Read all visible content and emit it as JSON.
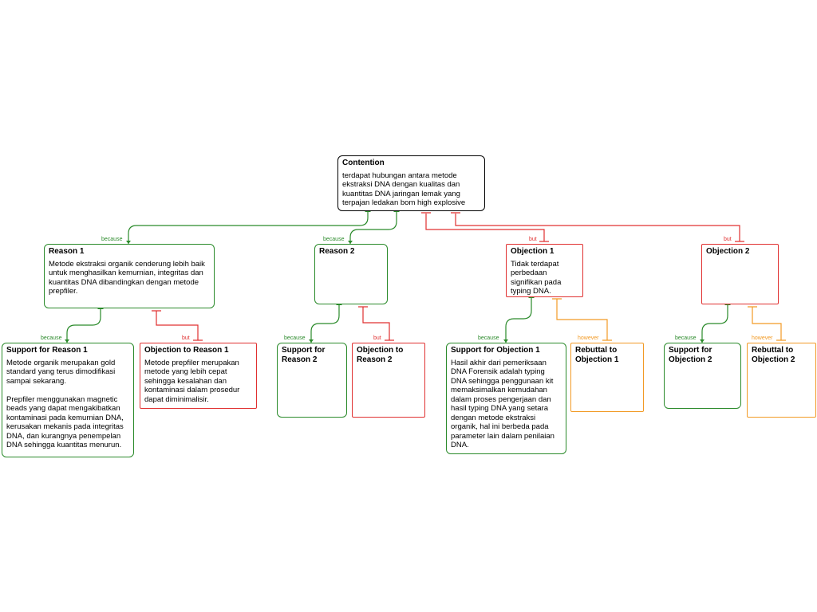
{
  "contention": {
    "title": "Contention",
    "body": "terdapat hubungan antara metode ekstraksi DNA dengan kualitas dan kuantitas DNA jaringan lemak yang terpajan ledakan bom high explosive"
  },
  "reason1": {
    "title": "Reason 1",
    "body": "Metode ekstraksi organik cenderung lebih baik untuk menghasilkan kemurnian, integritas dan kuantitas DNA dibandingkan dengan metode prepfiler."
  },
  "reason2": {
    "title": "Reason 2",
    "body": ""
  },
  "objection1": {
    "title": "Objection 1",
    "body": "Tidak terdapat perbedaan signifikan pada typing DNA."
  },
  "objection2": {
    "title": "Objection 2",
    "body": ""
  },
  "support_reason1": {
    "title": "Support for Reason 1",
    "body": "Metode organik merupakan gold standard yang terus dimodifikasi sampai sekarang.\n\nPrepfiler menggunakan magnetic beads yang dapat mengakibatkan kontaminasi pada kemurnian DNA, kerusakan mekanis pada integritas DNA, dan kurangnya penempelan DNA sehingga kuantitas menurun."
  },
  "objection_reason1": {
    "title": "Objection to Reason 1",
    "body": "Metode prepfiler merupakan metode yang lebih cepat sehingga kesalahan dan kontaminasi dalam prosedur dapat diminimalisir."
  },
  "support_reason2": {
    "title": "Support for Reason 2",
    "body": ""
  },
  "objection_reason2": {
    "title": "Objection to Reason 2",
    "body": ""
  },
  "support_objection1": {
    "title": "Support for Objection 1",
    "body": "Hasil akhir dari pemeriksaan DNA Forensik adalah typing DNA sehingga penggunaan kit memaksimalkan kemudahan dalam proses pengerjaan dan hasil typing DNA yang setara dengan metode ekstraksi organik, hal ini berbeda pada parameter lain dalam penilaian DNA."
  },
  "rebuttal_objection1": {
    "title": "Rebuttal to Objection 1",
    "body": ""
  },
  "support_objection2": {
    "title": "Support for Objection 2",
    "body": ""
  },
  "rebuttal_objection2": {
    "title": "Rebuttal to Objection 2",
    "body": ""
  },
  "labels": {
    "because": "because",
    "but": "but",
    "however": "however"
  },
  "colors": {
    "support": "#2a8a2a",
    "objection": "#e03030",
    "rebuttal": "#f29a25"
  }
}
